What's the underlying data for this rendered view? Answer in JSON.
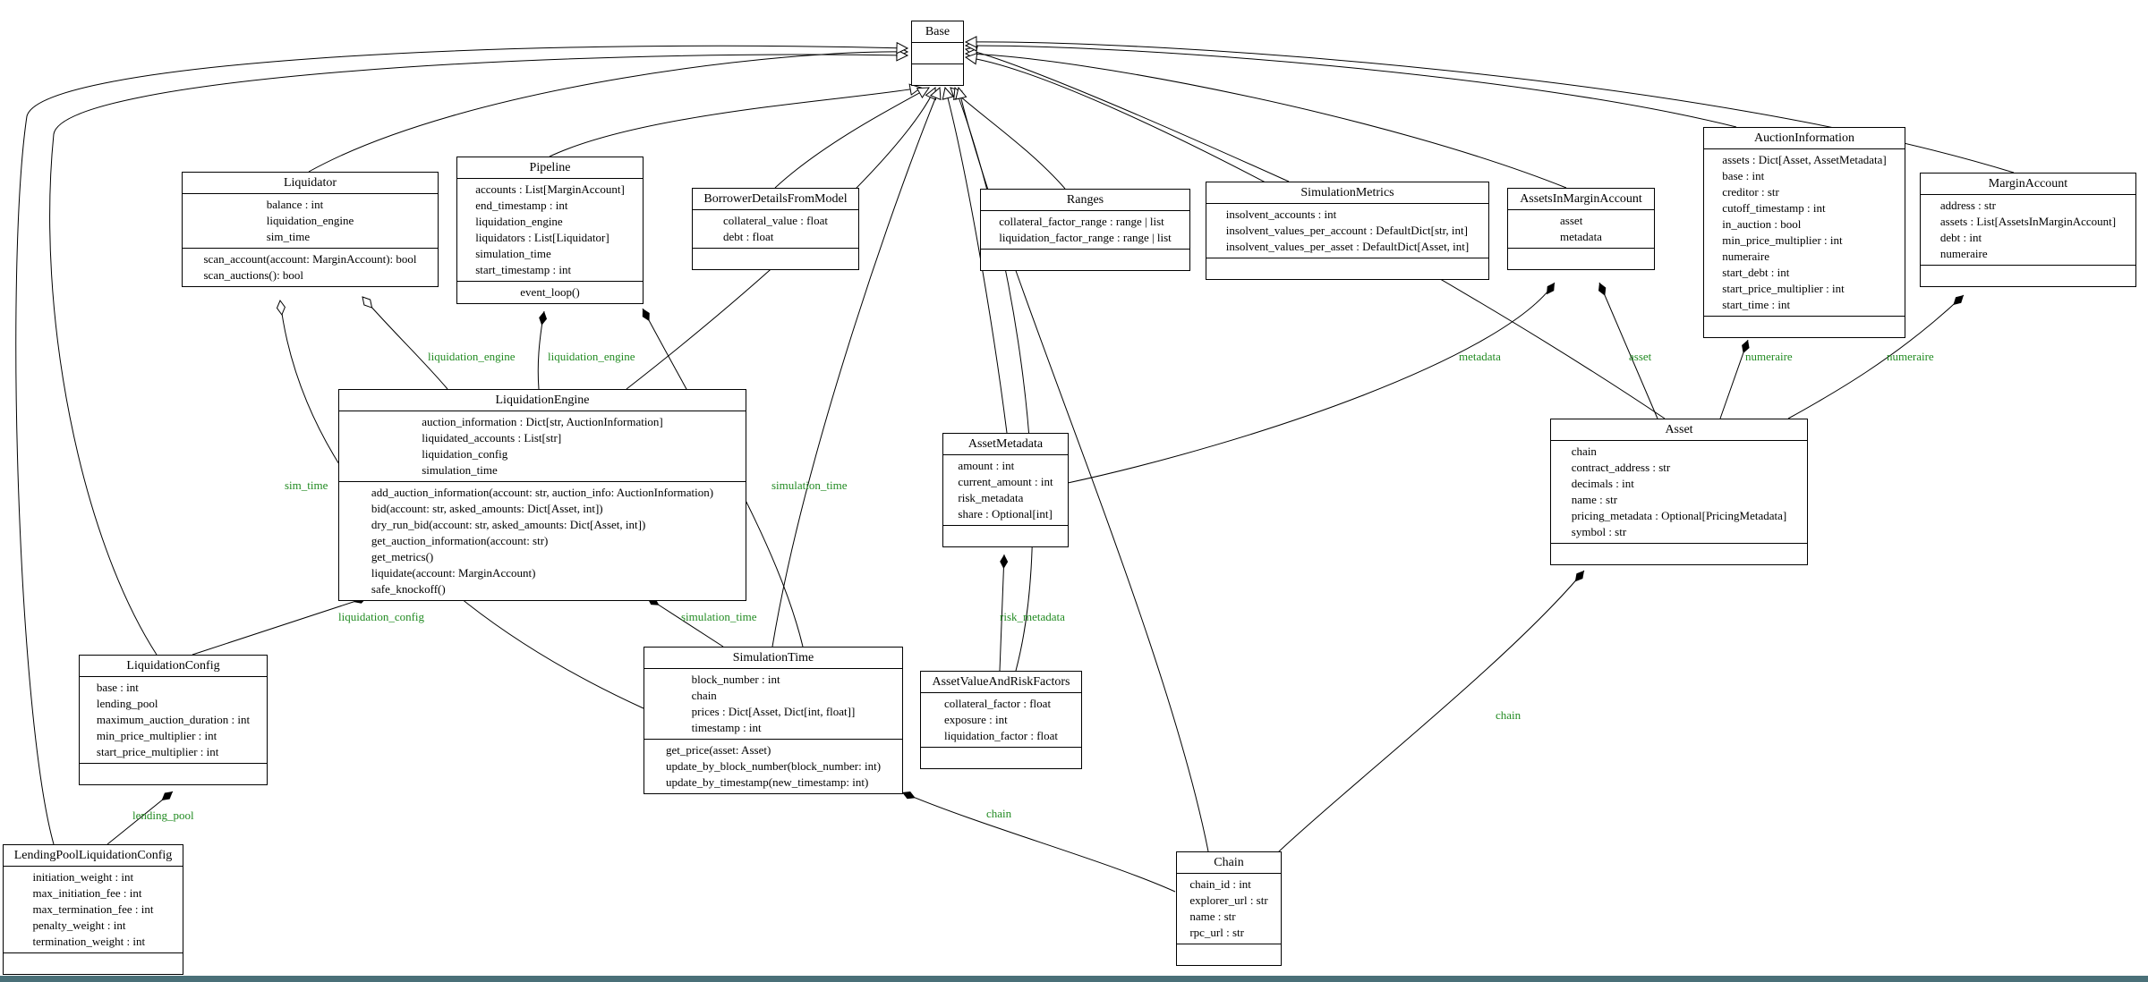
{
  "diagram": {
    "type": "uml-class-diagram",
    "colors": {
      "box_border": "#000000",
      "box_fill": "#ffffff",
      "edge_label_green": "#228b22",
      "bottom_bar": "#4a7078"
    }
  },
  "classes": [
    {
      "name": "Base",
      "attrs": [],
      "methods": []
    },
    {
      "name": "Liquidator",
      "attrs": [
        "balance : int",
        "liquidation_engine",
        "sim_time"
      ],
      "methods": [
        "scan_account(account: MarginAccount): bool",
        "scan_auctions(): bool"
      ]
    },
    {
      "name": "Pipeline",
      "attrs": [
        "accounts : List[MarginAccount]",
        "end_timestamp : int",
        "liquidation_engine",
        "liquidators : List[Liquidator]",
        "simulation_time",
        "start_timestamp : int"
      ],
      "methods": [
        "event_loop()"
      ]
    },
    {
      "name": "BorrowerDetailsFromModel",
      "attrs": [
        "collateral_value : float",
        "debt : float"
      ],
      "methods": []
    },
    {
      "name": "Ranges",
      "attrs": [
        "collateral_factor_range : range | list",
        "liquidation_factor_range : range | list"
      ],
      "methods": []
    },
    {
      "name": "SimulationMetrics",
      "attrs": [
        "insolvent_accounts : int",
        "insolvent_values_per_account : DefaultDict[str, int]",
        "insolvent_values_per_asset : DefaultDict[Asset, int]"
      ],
      "methods": []
    },
    {
      "name": "AssetsInMarginAccount",
      "attrs": [
        "asset",
        "metadata"
      ],
      "methods": []
    },
    {
      "name": "AuctionInformation",
      "attrs": [
        "assets : Dict[Asset, AssetMetadata]",
        "base : int",
        "creditor : str",
        "cutoff_timestamp : int",
        "in_auction : bool",
        "min_price_multiplier : int",
        "numeraire",
        "start_debt : int",
        "start_price_multiplier : int",
        "start_time : int"
      ],
      "methods": []
    },
    {
      "name": "MarginAccount",
      "attrs": [
        "address : str",
        "assets : List[AssetsInMarginAccount]",
        "debt : int",
        "numeraire"
      ],
      "methods": []
    },
    {
      "name": "LiquidationEngine",
      "attrs": [
        "auction_information : Dict[str, AuctionInformation]",
        "liquidated_accounts : List[str]",
        "liquidation_config",
        "simulation_time"
      ],
      "methods": [
        "add_auction_information(account: str, auction_info: AuctionInformation)",
        "bid(account: str, asked_amounts: Dict[Asset, int])",
        "dry_run_bid(account: str, asked_amounts: Dict[Asset, int])",
        "get_auction_information(account: str)",
        "get_metrics()",
        "liquidate(account: MarginAccount)",
        "safe_knockoff()"
      ]
    },
    {
      "name": "AssetMetadata",
      "attrs": [
        "amount : int",
        "current_amount : int",
        "risk_metadata",
        "share : Optional[int]"
      ],
      "methods": []
    },
    {
      "name": "Asset",
      "attrs": [
        "chain",
        "contract_address : str",
        "decimals : int",
        "name : str",
        "pricing_metadata : Optional[PricingMetadata]",
        "symbol : str"
      ],
      "methods": []
    },
    {
      "name": "LiquidationConfig",
      "attrs": [
        "base : int",
        "lending_pool",
        "maximum_auction_duration : int",
        "min_price_multiplier : int",
        "start_price_multiplier : int"
      ],
      "methods": []
    },
    {
      "name": "SimulationTime",
      "attrs": [
        "block_number : int",
        "chain",
        "prices : Dict[Asset, Dict[int, float]]",
        "timestamp : int"
      ],
      "methods": [
        "get_price(asset: Asset)",
        "update_by_block_number(block_number: int)",
        "update_by_timestamp(new_timestamp: int)"
      ]
    },
    {
      "name": "AssetValueAndRiskFactors",
      "attrs": [
        "collateral_factor : float",
        "exposure : int",
        "liquidation_factor : float"
      ],
      "methods": []
    },
    {
      "name": "LendingPoolLiquidationConfig",
      "attrs": [
        "initiation_weight : int",
        "max_initiation_fee : int",
        "max_termination_fee : int",
        "penalty_weight : int",
        "termination_weight : int"
      ],
      "methods": []
    },
    {
      "name": "Chain",
      "attrs": [
        "chain_id : int",
        "explorer_url : str",
        "name : str",
        "rpc_url : str"
      ],
      "methods": []
    }
  ],
  "inheritance": {
    "parent": "Base",
    "children": [
      "Liquidator",
      "Pipeline",
      "BorrowerDetailsFromModel",
      "Ranges",
      "SimulationMetrics",
      "AssetsInMarginAccount",
      "AuctionInformation",
      "MarginAccount",
      "LiquidationEngine",
      "AssetMetadata",
      "Asset",
      "LiquidationConfig",
      "SimulationTime",
      "AssetValueAndRiskFactors",
      "LendingPoolLiquidationConfig",
      "Chain"
    ]
  },
  "associations": [
    {
      "from": "Liquidator",
      "to": "LiquidationEngine",
      "label": "liquidation_engine",
      "aggregation": "hollow"
    },
    {
      "from": "Pipeline",
      "to": "LiquidationEngine",
      "label": "liquidation_engine",
      "aggregation": "filled"
    },
    {
      "from": "AssetsInMarginAccount",
      "to": "AssetMetadata",
      "label": "metadata",
      "aggregation": "filled"
    },
    {
      "from": "AssetsInMarginAccount",
      "to": "Asset",
      "label": "asset",
      "aggregation": "filled"
    },
    {
      "from": "AuctionInformation",
      "to": "Asset",
      "label": "numeraire",
      "aggregation": "filled"
    },
    {
      "from": "MarginAccount",
      "to": "Asset",
      "label": "numeraire",
      "aggregation": "filled"
    },
    {
      "from": "Liquidator",
      "to": "SimulationTime",
      "label": "sim_time",
      "aggregation": "hollow"
    },
    {
      "from": "Pipeline",
      "to": "SimulationTime",
      "label": "simulation_time",
      "aggregation": "filled"
    },
    {
      "from": "LiquidationEngine",
      "to": "LiquidationConfig",
      "label": "liquidation_config",
      "aggregation": "filled"
    },
    {
      "from": "LiquidationEngine",
      "to": "SimulationTime",
      "label": "simulation_time",
      "aggregation": "filled"
    },
    {
      "from": "AssetMetadata",
      "to": "AssetValueAndRiskFactors",
      "label": "risk_metadata",
      "aggregation": "filled"
    },
    {
      "from": "Asset",
      "to": "Chain",
      "label": "chain",
      "aggregation": "filled"
    },
    {
      "from": "LiquidationConfig",
      "to": "LendingPoolLiquidationConfig",
      "label": "lending_pool",
      "aggregation": "filled"
    },
    {
      "from": "SimulationTime",
      "to": "Chain",
      "label": "chain",
      "aggregation": "filled"
    }
  ]
}
